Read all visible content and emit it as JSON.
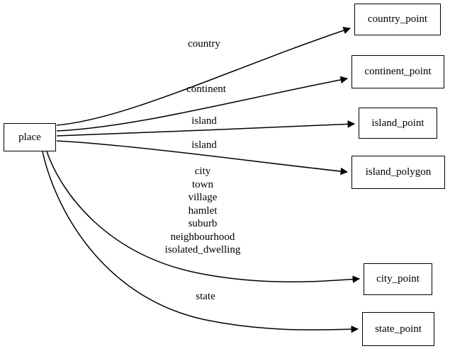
{
  "diagram": {
    "type": "directed-graph",
    "background": "#ffffff",
    "line_color": "#000000",
    "source_node": {
      "id": "place",
      "label": "place"
    },
    "targets": [
      {
        "id": "country_point",
        "label": "country_point"
      },
      {
        "id": "continent_point",
        "label": "continent_point"
      },
      {
        "id": "island_point",
        "label": "island_point"
      },
      {
        "id": "island_polygon",
        "label": "island_polygon"
      },
      {
        "id": "city_point",
        "label": "city_point"
      },
      {
        "id": "state_point",
        "label": "state_point"
      }
    ],
    "edges": [
      {
        "from": "place",
        "to": "country_point",
        "label": "country"
      },
      {
        "from": "place",
        "to": "continent_point",
        "label": "continent"
      },
      {
        "from": "place",
        "to": "island_point",
        "label": "island"
      },
      {
        "from": "place",
        "to": "island_polygon",
        "label": "island"
      },
      {
        "from": "place",
        "to": "city_point",
        "label": "city\ntown\nvillage\nhamlet\nsuburb\nneighbourhood\nisolated_dwelling"
      },
      {
        "from": "place",
        "to": "state_point",
        "label": "state"
      }
    ],
    "edge_labels": {
      "country": "country",
      "continent": "continent",
      "island_a": "island",
      "island_b": "island",
      "city_group": [
        "city",
        "town",
        "village",
        "hamlet",
        "suburb",
        "neighbourhood",
        "isolated_dwelling"
      ],
      "state": "state"
    }
  }
}
